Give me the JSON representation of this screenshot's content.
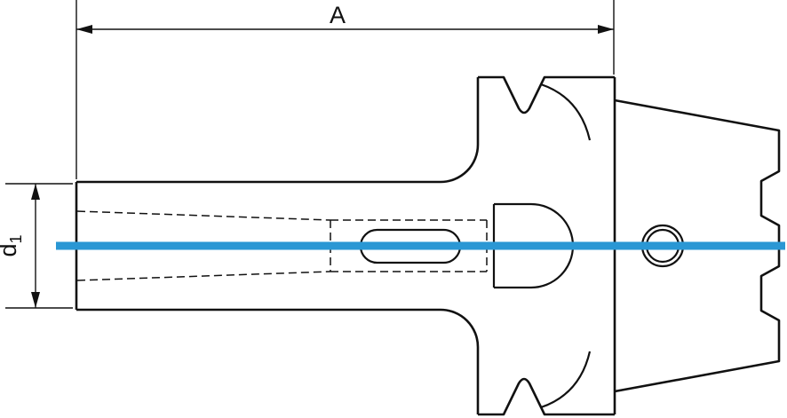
{
  "diagram": {
    "type": "technical-drawing-tool-holder",
    "labels": {
      "length_dim": "A",
      "diameter_base": "d",
      "diameter_sub": "1"
    },
    "colors": {
      "line": "#111111",
      "centerline": "#2a97d4",
      "background": "#ffffff"
    }
  }
}
